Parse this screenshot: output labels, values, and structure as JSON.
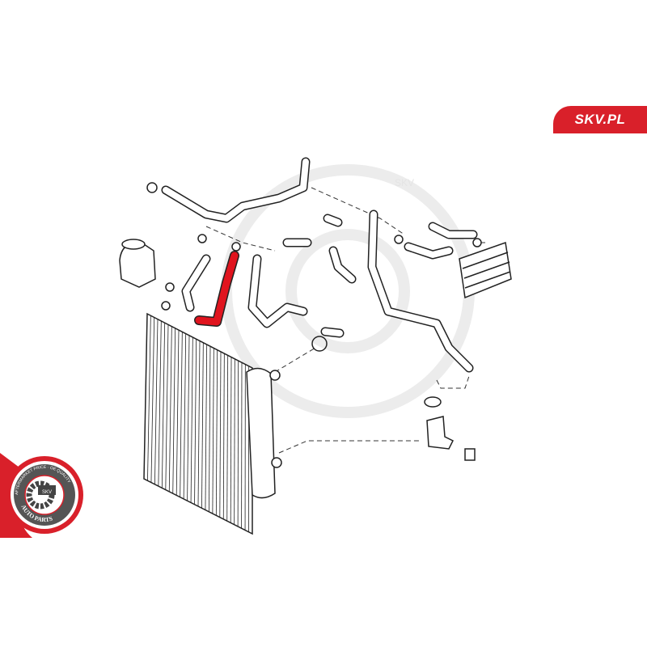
{
  "brand": {
    "site_label": "SKV.PL",
    "accent_color": "#d9202a"
  },
  "badge": {
    "top_text": "AFTERMARKET PRICE · OE QUALITY",
    "center_text": "SKV",
    "bottom_text": "AUTO PARTS"
  },
  "watermark": {
    "text": "SKV"
  },
  "diagram": {
    "highlight_color": "#e0141e",
    "line_color": "#222222"
  }
}
